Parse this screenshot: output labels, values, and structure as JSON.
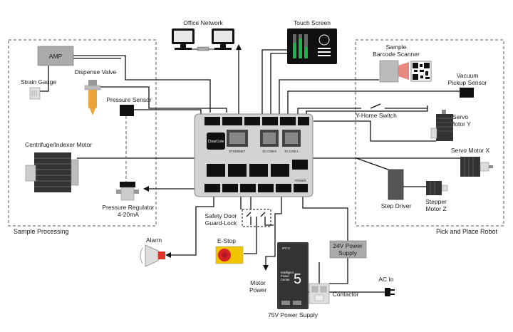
{
  "regions": {
    "left": "Sample Processing",
    "right": "Pick and Place Robot"
  },
  "controller": {
    "brand": "ClearCore",
    "port_ethernet": "ETHERNET",
    "port_com0": "3V COM-0",
    "port_com1": "3V COM-1",
    "power": "POWER"
  },
  "components": {
    "office_network": "Office Network",
    "touch_screen": "Touch Screen",
    "barcode_scanner_1": "Sample",
    "barcode_scanner_2": "Barcode Scanner",
    "vacuum_sensor_1": "Vacuum",
    "vacuum_sensor_2": "Pickup Sensor",
    "y_home_switch": "Y-Home Switch",
    "servo_y_1": "Servo",
    "servo_y_2": "Motor Y",
    "servo_x": "Servo Motor X",
    "step_driver": "Step Driver",
    "stepper_z_1": "Stepper",
    "stepper_z_2": "Motor Z",
    "amp": "AMP",
    "strain_gauge": "Strain Gauge",
    "dispense_valve": "Dispense Valve",
    "pressure_sensor": "Pressure Sensor",
    "centrifuge_motor": "Centrifuge/Indexer Motor",
    "pressure_regulator_1": "Pressure Regulator",
    "pressure_regulator_2": "4-20mA",
    "safety_door_1": "Safety Door",
    "safety_door_2": "Guard-Lock",
    "alarm": "Alarm",
    "estop": "E-Stop",
    "motor_power_1": "Motor",
    "motor_power_2": "Power",
    "ps75_label": "75V Power Supply",
    "ps75_brand": "IPC-5",
    "ps75_text_1": "Intelligent",
    "ps75_text_2": "Power",
    "ps75_text_3": "Center",
    "ps75_number": "5",
    "ps24_1": "24V Power",
    "ps24_2": "Supply",
    "contactor": "Contactor",
    "ac_in": "AC In"
  },
  "colors": {
    "controller_body": "#d3d3d3",
    "connector": "#111111",
    "estop_yellow": "#f2c500",
    "estop_red": "#d61f26",
    "alarm_red": "#e0342b",
    "valve_orange": "#e8a33a",
    "scanner_red": "#e8877e"
  }
}
